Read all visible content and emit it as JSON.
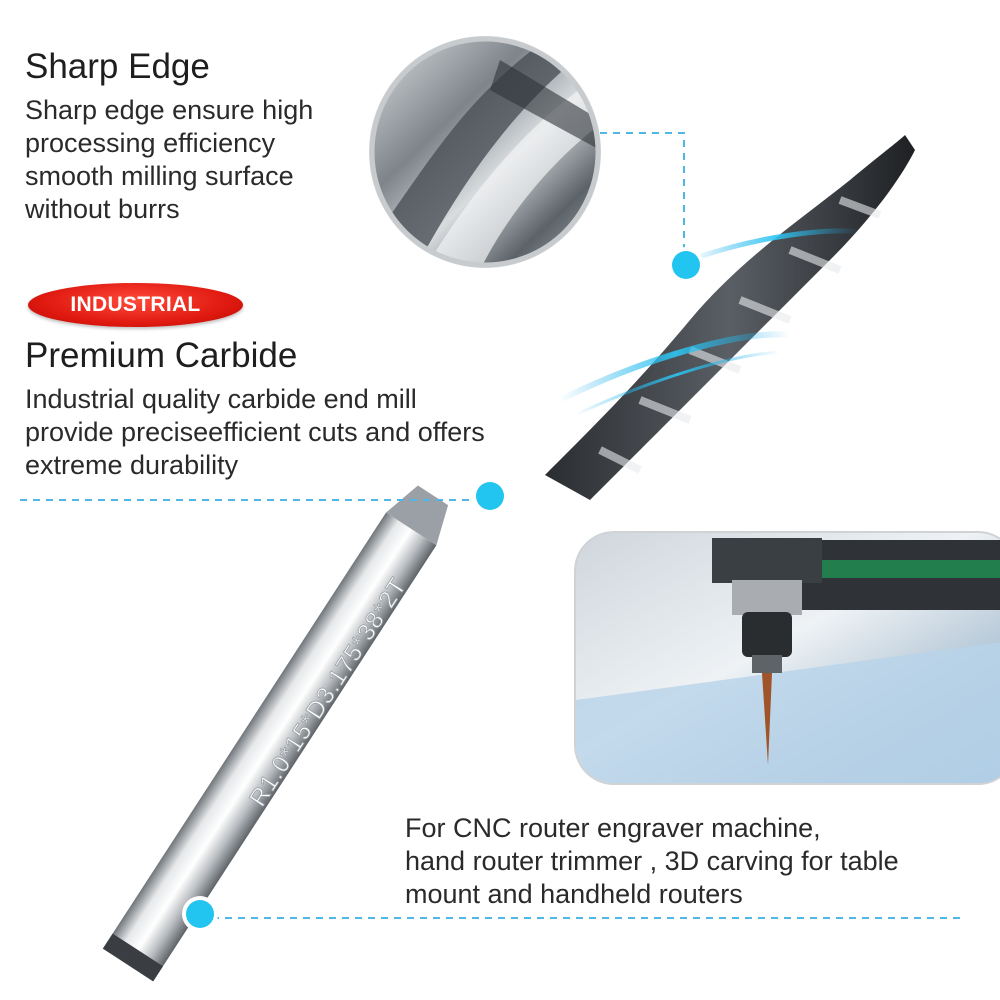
{
  "sharp_edge": {
    "title": "Sharp Edge",
    "lines": [
      "Sharp edge ensure high",
      "processing efficiency",
      "smooth milling surface",
      "without burrs"
    ]
  },
  "premium_carbide": {
    "badge": "INDUSTRIAL",
    "title": "Premium Carbide",
    "lines": [
      "Industrial quality carbide end mill",
      "provide preciseefficient cuts and offers",
      "extreme durability"
    ]
  },
  "usage": {
    "lines": [
      "For CNC router engraver machine,",
      "hand router trimmer , 3D carving for table",
      "mount and handheld routers"
    ]
  },
  "shank_marking": "R1.0*15*D3.175*38*2T",
  "colors": {
    "accent_cyan": "#22c4f0",
    "badge_red": "#e01a10",
    "dash_blue": "#4fb6e6"
  }
}
